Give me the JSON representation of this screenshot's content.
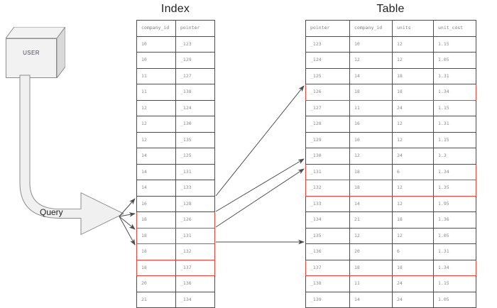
{
  "diagram": {
    "user_box": {
      "label": "USER",
      "shape": "cube-3d"
    },
    "query_arrow": {
      "label": "Query",
      "shape": "bent-block-arrow"
    },
    "highlight_color": "#ff3b30",
    "line_color": "#4d4d4d",
    "text_color": "#8a8a8a"
  },
  "index": {
    "title": "Index",
    "columns": [
      "company_id",
      "pointer"
    ],
    "rows": [
      {
        "company_id": "10",
        "pointer": "_123",
        "highlight": false
      },
      {
        "company_id": "10",
        "pointer": "_129",
        "highlight": false
      },
      {
        "company_id": "11",
        "pointer": "_127",
        "highlight": false
      },
      {
        "company_id": "11",
        "pointer": "_138",
        "highlight": false
      },
      {
        "company_id": "12",
        "pointer": "_124",
        "highlight": false
      },
      {
        "company_id": "12",
        "pointer": "_130",
        "highlight": false
      },
      {
        "company_id": "12",
        "pointer": "_135",
        "highlight": false
      },
      {
        "company_id": "14",
        "pointer": "_125",
        "highlight": false
      },
      {
        "company_id": "14",
        "pointer": "_131",
        "highlight": false
      },
      {
        "company_id": "14",
        "pointer": "_133",
        "highlight": false
      },
      {
        "company_id": "16",
        "pointer": "_128",
        "highlight": false
      },
      {
        "company_id": "18",
        "pointer": "_126",
        "highlight": true
      },
      {
        "company_id": "18",
        "pointer": "_131",
        "highlight": true
      },
      {
        "company_id": "18",
        "pointer": "_132",
        "highlight": true
      },
      {
        "company_id": "18",
        "pointer": "_137",
        "highlight": true
      },
      {
        "company_id": "20",
        "pointer": "_136",
        "highlight": false
      },
      {
        "company_id": "21",
        "pointer": "_134",
        "highlight": false
      }
    ]
  },
  "table": {
    "title": "Table",
    "columns": [
      "pointer",
      "company_id",
      "units",
      "unit_cost"
    ],
    "rows": [
      {
        "pointer": "_123",
        "company_id": "10",
        "units": "12",
        "unit_cost": "1.15",
        "highlight": false
      },
      {
        "pointer": "_124",
        "company_id": "12",
        "units": "12",
        "unit_cost": "1.05",
        "highlight": false
      },
      {
        "pointer": "_125",
        "company_id": "14",
        "units": "18",
        "unit_cost": "1.31",
        "highlight": false
      },
      {
        "pointer": "_126",
        "company_id": "18",
        "units": "18",
        "unit_cost": "1.34",
        "highlight": true
      },
      {
        "pointer": "_127",
        "company_id": "11",
        "units": "24",
        "unit_cost": "1.15",
        "highlight": false
      },
      {
        "pointer": "_128",
        "company_id": "16",
        "units": "12",
        "unit_cost": "1.31",
        "highlight": false
      },
      {
        "pointer": "_129",
        "company_id": "10",
        "units": "12",
        "unit_cost": "1.15",
        "highlight": false
      },
      {
        "pointer": "_130",
        "company_id": "12",
        "units": "24",
        "unit_cost": "1.3",
        "highlight": false
      },
      {
        "pointer": "_131",
        "company_id": "18",
        "units": "6",
        "unit_cost": "1.34",
        "highlight": true
      },
      {
        "pointer": "_132",
        "company_id": "18",
        "units": "12",
        "unit_cost": "1.35",
        "highlight": true
      },
      {
        "pointer": "_133",
        "company_id": "14",
        "units": "12",
        "unit_cost": "1.95",
        "highlight": false
      },
      {
        "pointer": "_134",
        "company_id": "21",
        "units": "18",
        "unit_cost": "1.36",
        "highlight": false
      },
      {
        "pointer": "_135",
        "company_id": "12",
        "units": "12",
        "unit_cost": "1.05",
        "highlight": false
      },
      {
        "pointer": "_136",
        "company_id": "20",
        "units": "6",
        "unit_cost": "1.31",
        "highlight": false
      },
      {
        "pointer": "_137",
        "company_id": "18",
        "units": "18",
        "unit_cost": "1.34",
        "highlight": true
      },
      {
        "pointer": "_138",
        "company_id": "11",
        "units": "24",
        "unit_cost": "1.15",
        "highlight": false
      },
      {
        "pointer": "_139",
        "company_id": "14",
        "units": "24",
        "unit_cost": "1.05",
        "highlight": false
      }
    ]
  }
}
